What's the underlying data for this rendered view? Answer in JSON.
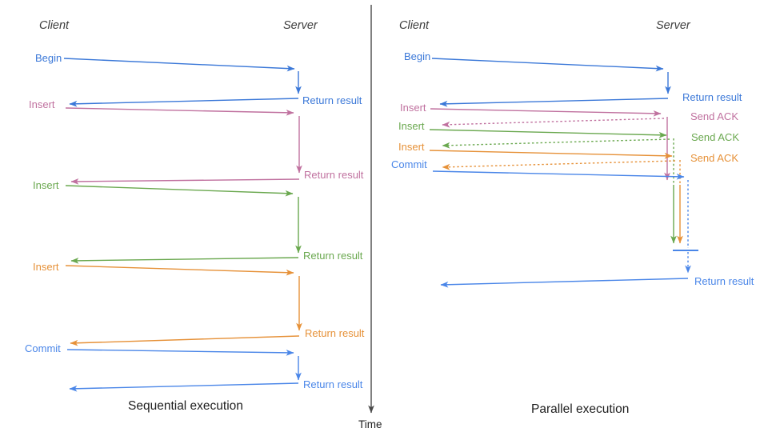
{
  "diagram": {
    "left": {
      "client_header": "Client",
      "server_header": "Server",
      "caption": "Sequential execution",
      "ops": [
        {
          "label": "Begin",
          "response": "Return result"
        },
        {
          "label": "Insert",
          "response": "Return result"
        },
        {
          "label": "Insert",
          "response": "Return result"
        },
        {
          "label": "Insert",
          "response": "Return result"
        },
        {
          "label": "Commit",
          "response": "Return result"
        }
      ]
    },
    "right": {
      "client_header": "Client",
      "server_header": "Server",
      "caption": "Parallel execution",
      "ops": [
        {
          "label": "Begin",
          "response": "Return result"
        },
        {
          "label": "Insert",
          "response": "Send ACK"
        },
        {
          "label": "Insert",
          "response": "Send ACK"
        },
        {
          "label": "Insert",
          "response": "Send ACK"
        },
        {
          "label": "Commit",
          "response": "Return result"
        }
      ]
    },
    "time_axis_label": "Time"
  },
  "colors": {
    "begin_blue": "#3b78d8",
    "commit_blue": "#4a86e8",
    "insert_pink": "#c0719f",
    "insert_green": "#6aa84f",
    "insert_orange": "#e69138",
    "axis_gray": "#4a4a4a",
    "header_text": "#3d3d3d",
    "caption_text": "#1f1f1f"
  }
}
